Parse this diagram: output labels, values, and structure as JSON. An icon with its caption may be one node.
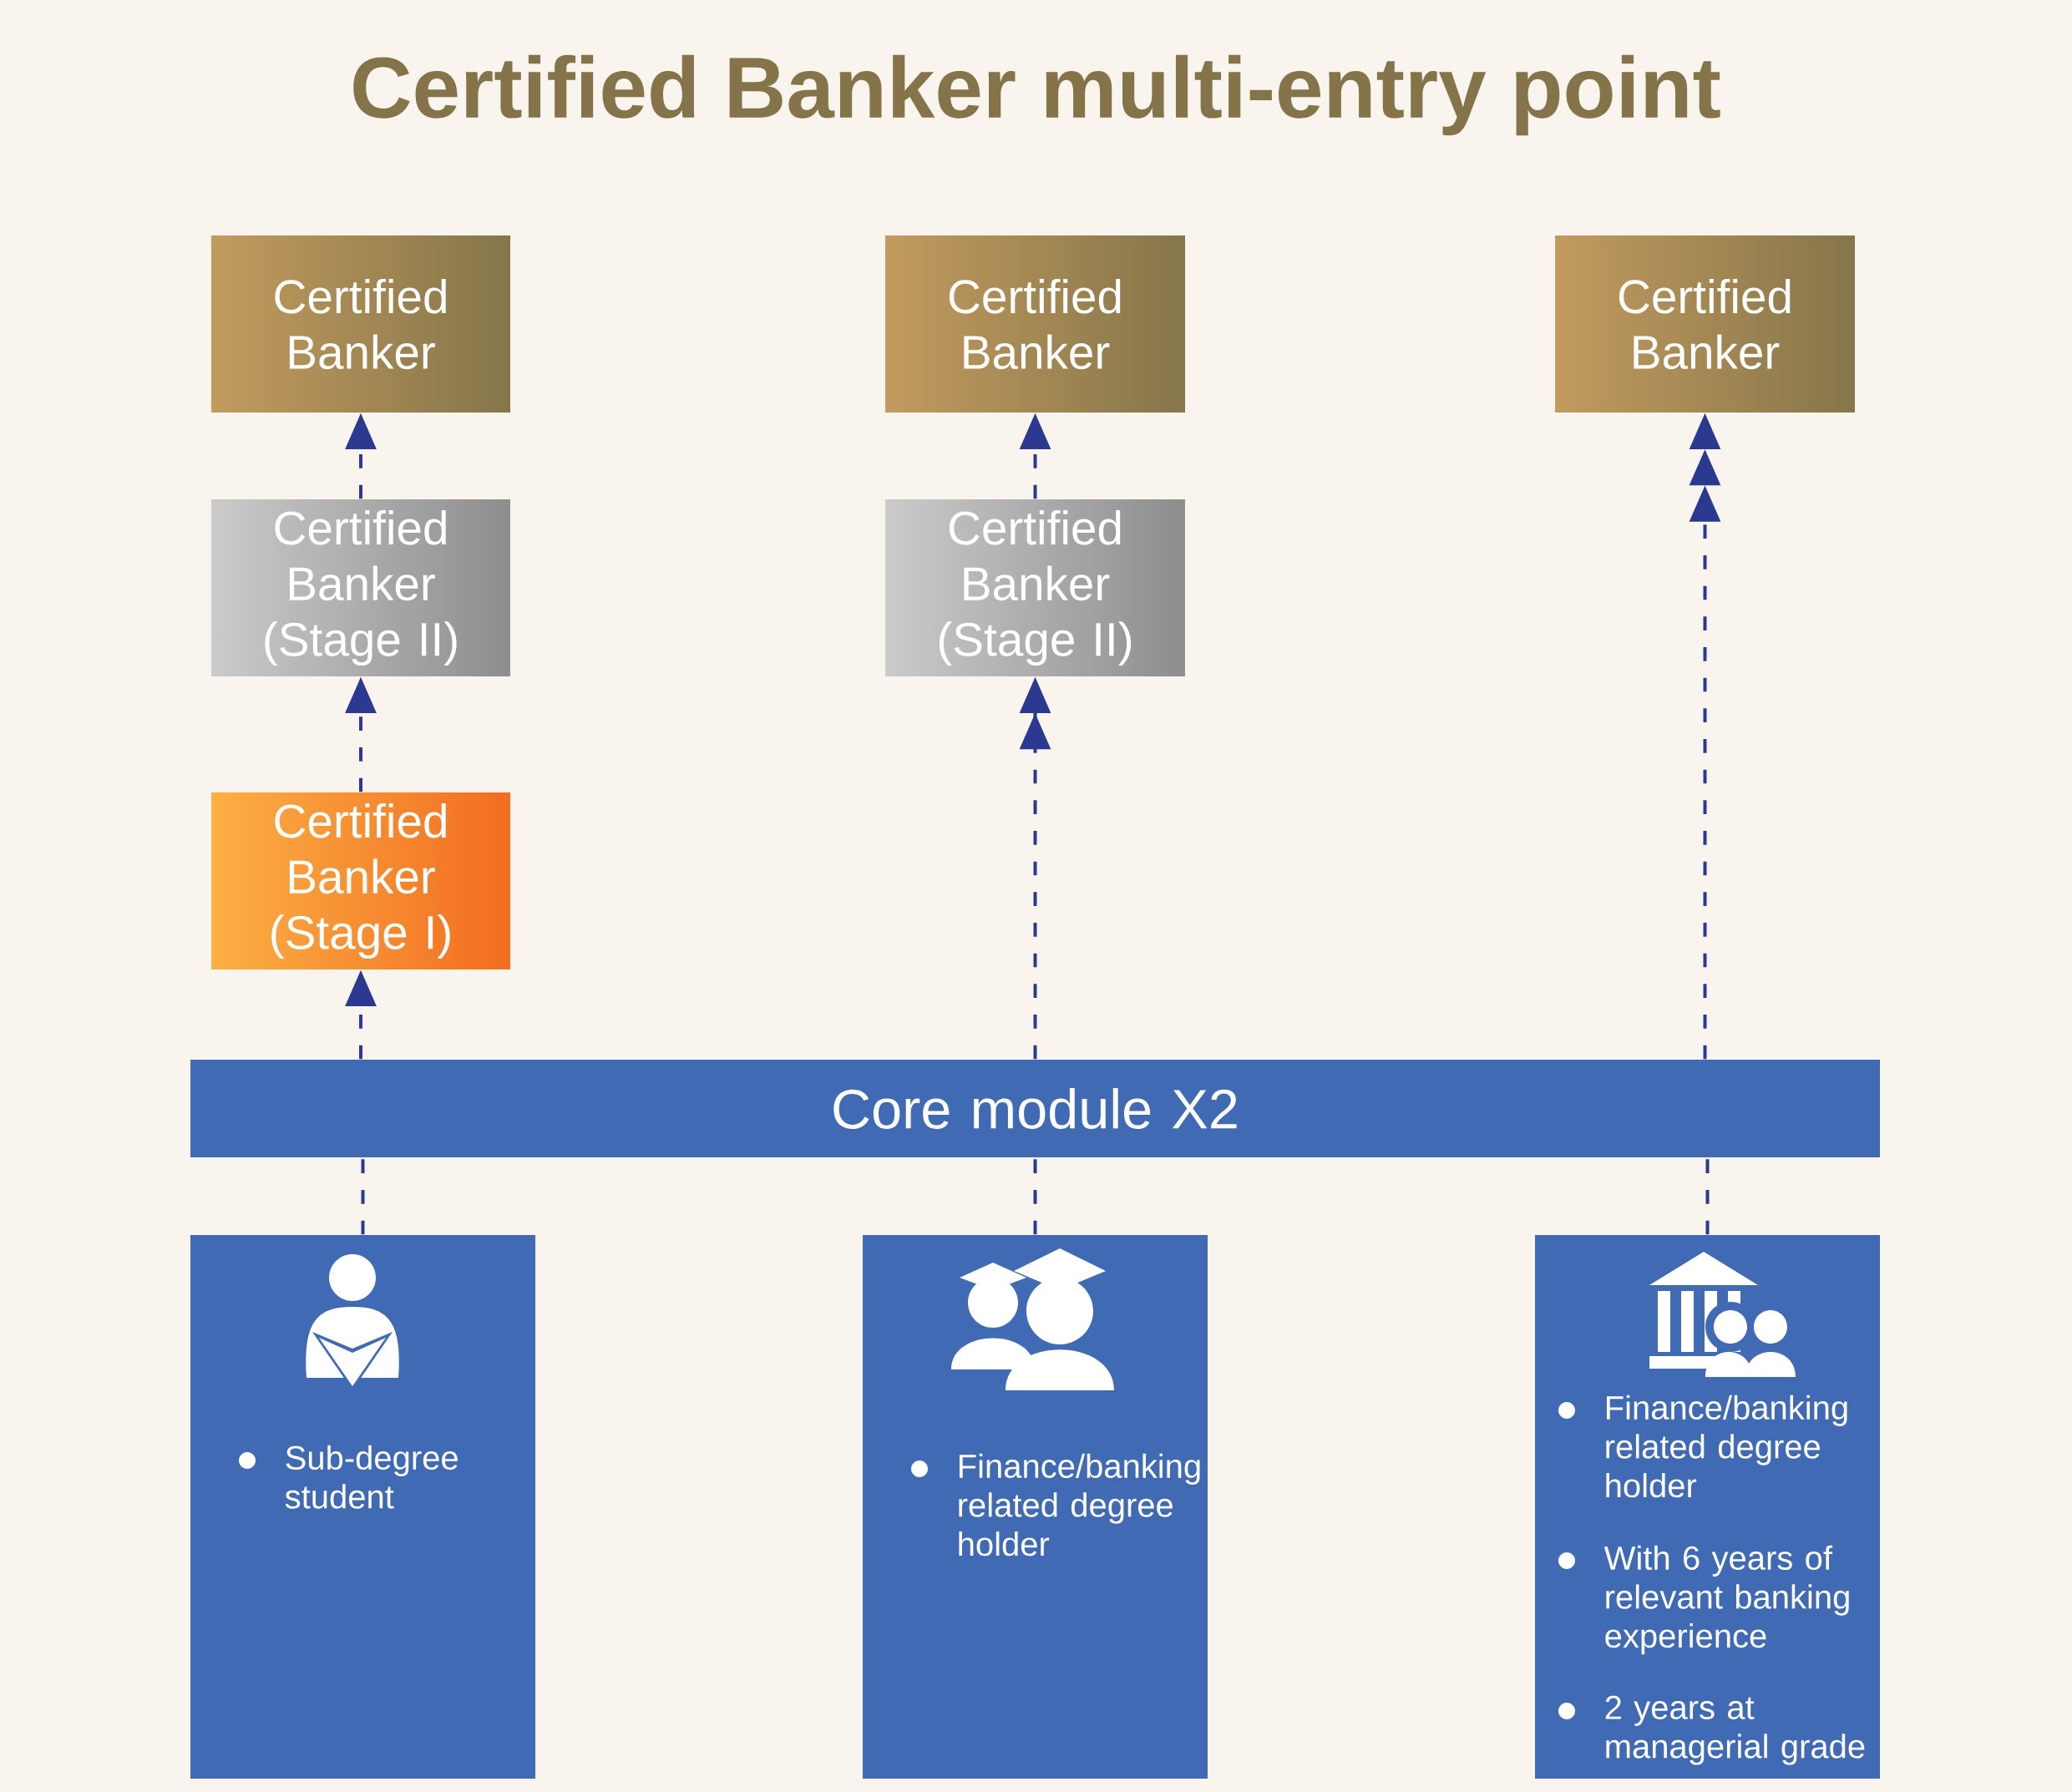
{
  "diagram": {
    "title": "Certified Banker multi-entry point",
    "nodes": [
      {
        "text": [
          "Certified Banker"
        ]
      },
      {
        "text": [
          "Certified Banker (Stage II)"
        ]
      },
      {
        "text": [
          "Certified Banker (Stage I)"
        ]
      },
      {
        "text": [
          "Certified Banker"
        ]
      },
      {
        "text": [
          "Certified Banker (Stage II)"
        ]
      },
      {
        "text": [
          "Certified Banker"
        ]
      },
      {
        "text": [
          "Core module X2"
        ]
      },
      {
        "text": [
          "Sub-degree student"
        ]
      },
      {
        "text": [
          "Finance/banking related degree holder"
        ]
      },
      {
        "text": [
          "Finance/banking related degree holder",
          "With 6 years of relevant banking experience",
          "2 years at managerial grade"
        ]
      }
    ],
    "edges": [
      {
        "from": 7,
        "to": 6,
        "arrow": "none"
      },
      {
        "from": 6,
        "to": 2,
        "arrow": "to"
      },
      {
        "from": 2,
        "to": 1,
        "arrow": "to"
      },
      {
        "from": 1,
        "to": 0,
        "arrow": "to"
      },
      {
        "from": 8,
        "to": 6,
        "arrow": "none"
      },
      {
        "from": 6,
        "to": 4,
        "arrow": "to"
      },
      {
        "from": 4,
        "to": 3,
        "arrow": "to"
      },
      {
        "from": 9,
        "to": 6,
        "arrow": "none"
      },
      {
        "from": 6,
        "to": 5,
        "arrow": "to"
      }
    ]
  }
}
